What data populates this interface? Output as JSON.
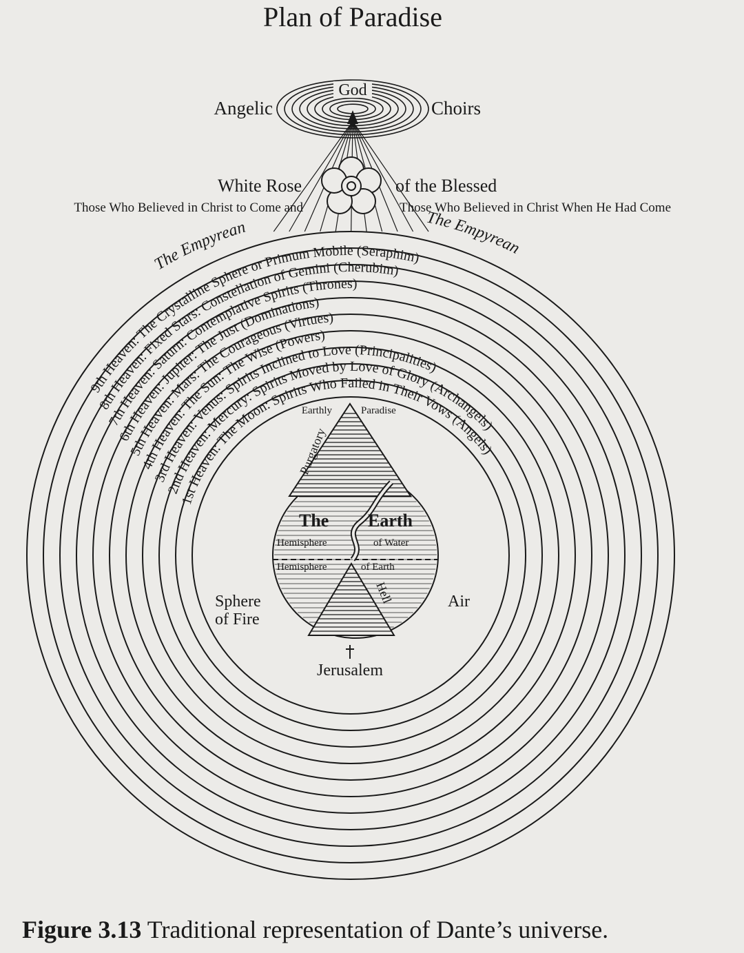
{
  "title": "Plan of Paradise",
  "god": "God",
  "angelic": "Angelic",
  "choirs": "Choirs",
  "white_rose": "White Rose",
  "of_the_blessed": "of the Blessed",
  "believed_left": "Those Who Believed in Christ to Come and",
  "believed_right": "Those Who Believed in Christ When He Had Come",
  "empyrean_left": "The Empyrean",
  "empyrean_right": "The Empyrean",
  "heavens": [
    "9th Heaven: The Crystalline Sphere or Primum Mobile (Seraphim)",
    "8th Heaven: Fixed Stars: Constellation of Gemini (Cherubim)",
    "7th Heaven: Saturn: Contemplative Spirits (Thrones)",
    "6th Heaven: Jupiter: The Just (Dominations)",
    "5th Heaven: Mars: The Courageous (Virtues)",
    "4th Heaven: The Sun: The Wise (Powers)",
    "3rd Heaven: Venus: Spirits Inclined to Love (Principalities)",
    "2nd Heaven: Mercury: Spirits Moved by Love of Glory (Archangels)",
    "1st Heaven: The Moon: Spirits Who Failed in Their Vows (Angels)"
  ],
  "earthly": "Earthly",
  "paradise": "Paradise",
  "purgatory": "Purgatory",
  "the": "The",
  "earth": "Earth",
  "hemisphere_water_1": "Hemisphere",
  "hemisphere_water_2": "of Water",
  "hemisphere_earth_1": "Hemisphere",
  "hemisphere_earth_2": "of Earth",
  "hell": "Hell",
  "sphere_of_fire_1": "Sphere",
  "sphere_of_fire_2": "of Fire",
  "air": "Air",
  "jerusalem": "Jerusalem",
  "caption_label": "Figure 3.13",
  "caption_text": "Traditional representation of Dante’s universe."
}
